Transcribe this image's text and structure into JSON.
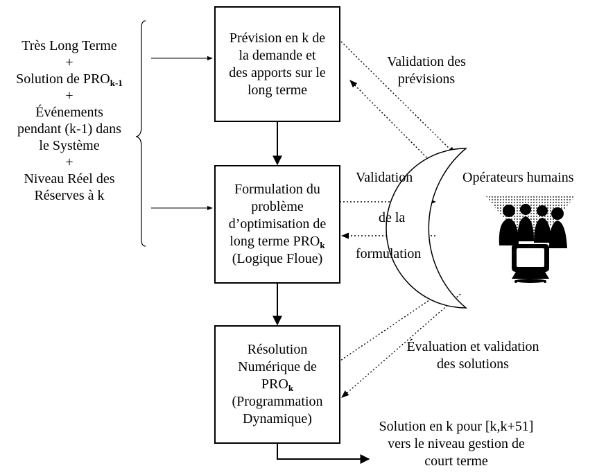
{
  "inputs": {
    "line1": "Très Long Terme",
    "plus1": "+",
    "line2_main": "Solution de PRO",
    "line2_sub": "k-1",
    "plus2": "+",
    "line3a": "Événements",
    "line3b": "pendant (k-1) dans",
    "line3c": "le Système",
    "plus3": "+",
    "line4a": "Niveau Réel des",
    "line4b": "Réserves à k"
  },
  "boxes": {
    "forecast": [
      "Prévision en k de",
      "la demande et",
      "des apports sur le",
      "long terme"
    ],
    "formulation": {
      "line1": "Formulation du",
      "line2": "problème",
      "line3": "d’optimisation de",
      "line4_main": "long terme PRO",
      "line4_sub": "k",
      "line5": "(Logique Floue)"
    },
    "resolution": {
      "line1": "Résolution",
      "line2": "Numérique de",
      "line3_main": "PRO",
      "line3_sub": "k",
      "line4": "(Programmation",
      "line5": "Dynamique)"
    }
  },
  "labels": {
    "validation_forecast": [
      "Validation des",
      "prévisions"
    ],
    "validation_formulation": [
      "Validation",
      "de la",
      "formulation"
    ],
    "evaluation": [
      "Évaluation et validation",
      "des solutions"
    ],
    "operators": "Opérateurs humains",
    "output": [
      "Solution en k pour [k,k+51]",
      "vers le niveau gestion de",
      "court terme"
    ]
  },
  "icons": {
    "operators": "human-operators-at-computer-icon"
  }
}
